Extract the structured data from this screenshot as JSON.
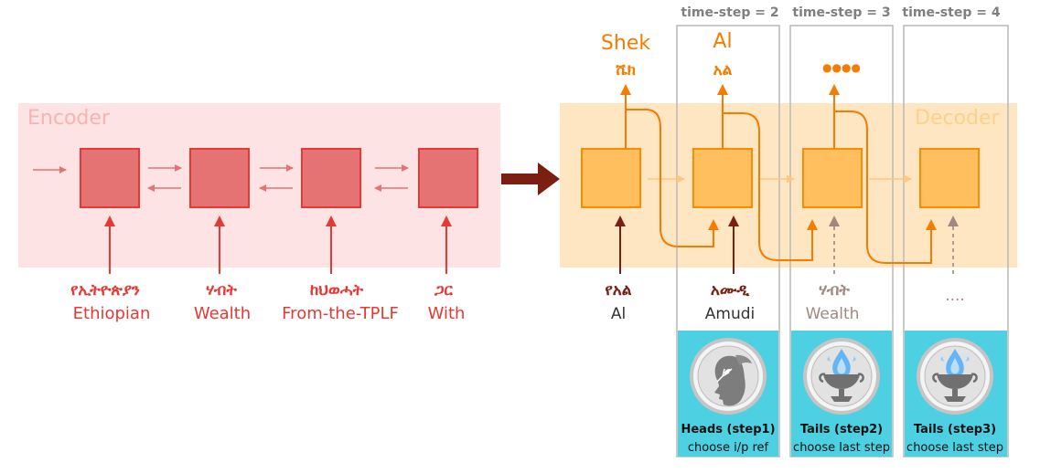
{
  "colors": {
    "encoder_bg": "#fde3e3",
    "encoder_text": "#f5b5b3",
    "encoder_box_fill": "#e57373",
    "encoder_box_stroke": "#e53935",
    "encoder_arrow": "#e57373",
    "word_red": "#e53935",
    "decoder_bg": "#ffe6c2",
    "decoder_text": "#ffd08a",
    "decoder_box_fill": "#ffbf5e",
    "decoder_box_stroke": "#fb8c00",
    "orange": "#f57c00",
    "dark_red": "#7b1f12",
    "muted_mauve": "#a1887f",
    "dashed_arrow": "#b39b95",
    "panel_cyan": "#4dd0e1",
    "timestep_text": "#7f7f7f"
  },
  "encoder": {
    "label": "Encoder",
    "words": [
      {
        "amharic": "የኢትዮጵያን",
        "english": "Ethiopian"
      },
      {
        "amharic": "ሃብት",
        "english": "Wealth"
      },
      {
        "amharic": "ከህወሓት",
        "english": "From-the-TPLF"
      },
      {
        "amharic": "ጋር",
        "english": "With"
      }
    ]
  },
  "decoder": {
    "label": "Decoder",
    "outputs": [
      {
        "english": "Shek",
        "amharic": "ሼክ"
      },
      {
        "english": "Al",
        "amharic": "አል"
      },
      {
        "dots": "●●●●"
      }
    ],
    "inputs": [
      {
        "amharic": "የአል",
        "english": "Al"
      },
      {
        "amharic": "አሙዲ",
        "english": "Amudi"
      },
      {
        "amharic": "ሃብት",
        "english": "Wealth"
      },
      {
        "amharic": "",
        "english": "...."
      }
    ]
  },
  "timesteps": [
    {
      "label": "time-step = 2",
      "panel_title": "Heads (step1)",
      "panel_sub": "choose i/p ref",
      "coin": "heads"
    },
    {
      "label": "time-step = 3",
      "panel_title": "Tails (step2)",
      "panel_sub": "choose last step",
      "coin": "tails"
    },
    {
      "label": "time-step = 4",
      "panel_title": "Tails (step3)",
      "panel_sub": "choose last step",
      "coin": "tails"
    }
  ]
}
